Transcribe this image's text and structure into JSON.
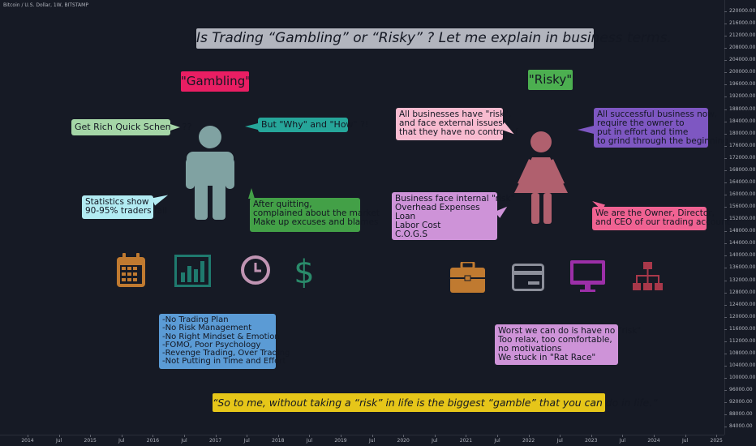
{
  "header": {
    "symbol": "Bitcoin / U.S. Dollar, 1W, BITSTAMP"
  },
  "title": "Is Trading “Gambling” or “Risky” ? Let me explain in business terms.",
  "tags": {
    "gambling": "\"Gambling\"",
    "risky": "\"Risky\""
  },
  "bubbles": {
    "get_rich": [
      "Get Rich Quick Scheme ??"
    ],
    "why_how": [
      "But \"Why\" and \"How\" ?!"
    ],
    "stats": [
      "Statistics show",
      "90-95% traders fail"
    ],
    "quit": [
      "After quitting,",
      "complained about the market",
      "Make up excuses and blames"
    ],
    "all_biz": [
      "All businesses have \"risk\",",
      "and face external issues",
      "that they have no control of"
    ],
    "success": [
      "All successful business now,",
      "require the owner to",
      "put in effort and time",
      "to grind through the beginning"
    ],
    "internal": [
      "Business face internal \"risk\"",
      "Overhead Expenses",
      "Loan",
      "Labor Cost",
      "C.O.G.S"
    ],
    "owner": [
      "We are the Owner, Director,",
      "and CEO of our trading account"
    ],
    "list": [
      "-No Trading Plan",
      "-No Risk Management",
      "-No Right Mindset & Emotion",
      "-FOMO, Poor Psychology",
      "-Revenge Trading, Over Trading",
      "-Not Putting in Time and Effort"
    ],
    "worst": [
      "Worst we can do is have no \"risk\"",
      "Too relax, too comfortable,",
      "no motivations",
      "We stuck in \"Rat Race\""
    ]
  },
  "quote": "“So to me, without taking a “risk” in life is the biggest “gamble” that you can do in life.”",
  "icons": {
    "left": [
      "calendar-icon",
      "bar-chart-icon",
      "clock-icon",
      "dollar-icon"
    ],
    "right": [
      "briefcase-icon",
      "credit-card-icon",
      "monitor-icon",
      "org-chart-icon"
    ]
  },
  "colors": {
    "background": "#161a25",
    "man_figure": "#80a2a2",
    "woman_figure": "#b0606e",
    "calendar": "#c07a30",
    "bar_chart": "#1f7a6e",
    "clock": "#c094b3",
    "dollar": "#2a8a6a",
    "briefcase": "#c07a30",
    "credit_card": "#8c8f9a",
    "monitor": "#9c2fa8",
    "org_chart": "#a8384a"
  },
  "price_axis": [
    "220000.00",
    "216000.00",
    "212000.00",
    "208000.00",
    "204000.00",
    "200000.00",
    "196000.00",
    "192000.00",
    "188000.00",
    "184000.00",
    "180000.00",
    "176000.00",
    "172000.00",
    "168000.00",
    "164000.00",
    "160000.00",
    "156000.00",
    "152000.00",
    "148000.00",
    "144000.00",
    "140000.00",
    "136000.00",
    "132000.00",
    "128000.00",
    "124000.00",
    "120000.00",
    "116000.00",
    "112000.00",
    "108000.00",
    "104000.00",
    "100000.00",
    "96000.00",
    "92000.00",
    "88000.00",
    "84000.00"
  ],
  "time_axis": [
    "2014",
    "Jul",
    "2015",
    "Jul",
    "2016",
    "Jul",
    "2017",
    "Jul",
    "2018",
    "Jul",
    "2019",
    "Jul",
    "2020",
    "Jul",
    "2021",
    "Jul",
    "2022",
    "Jul",
    "2023",
    "Jul",
    "2024",
    "Jul",
    "2025"
  ]
}
